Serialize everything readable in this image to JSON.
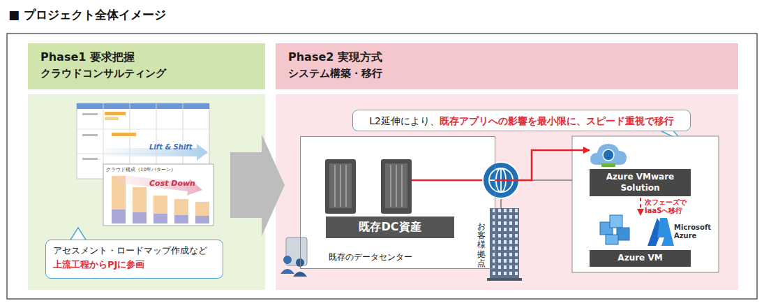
{
  "diagram": {
    "title": "■ プロジェクト全体イメージ",
    "nodes": [
      {
        "text": [
          "Phase1 要求把握",
          "クラウドコンサルティング"
        ]
      },
      {
        "text": [
          "アセスメント・ロードマップ作成など",
          "上流工程からPJに参画"
        ]
      },
      {
        "text": [
          "Phase2 実現方式",
          "システム構築・移行"
        ]
      },
      {
        "text": [
          "L2延伸により、",
          "既存アプリへの影響を最小限に、スピード重視で移行"
        ]
      },
      {
        "text": [
          "既存のデータセンター"
        ]
      },
      {
        "text": [
          "既存DC資産"
        ],
        "in": 4
      },
      {
        "text": [
          "Azure VMware Solution"
        ]
      },
      {
        "text": [
          "Azure VM"
        ]
      }
    ],
    "edges": [
      {
        "from": 4,
        "to": 6,
        "arrow": "to"
      },
      {
        "from": 6,
        "to": 7,
        "arrow": "to",
        "label": "次フェーズで IaaSへ移行"
      }
    ],
    "labels": [
      "Lift & Shift",
      "クラウド構成（10年パターン）",
      "Cost Down",
      "お客様拠点",
      "Microsoft Azure"
    ]
  }
}
